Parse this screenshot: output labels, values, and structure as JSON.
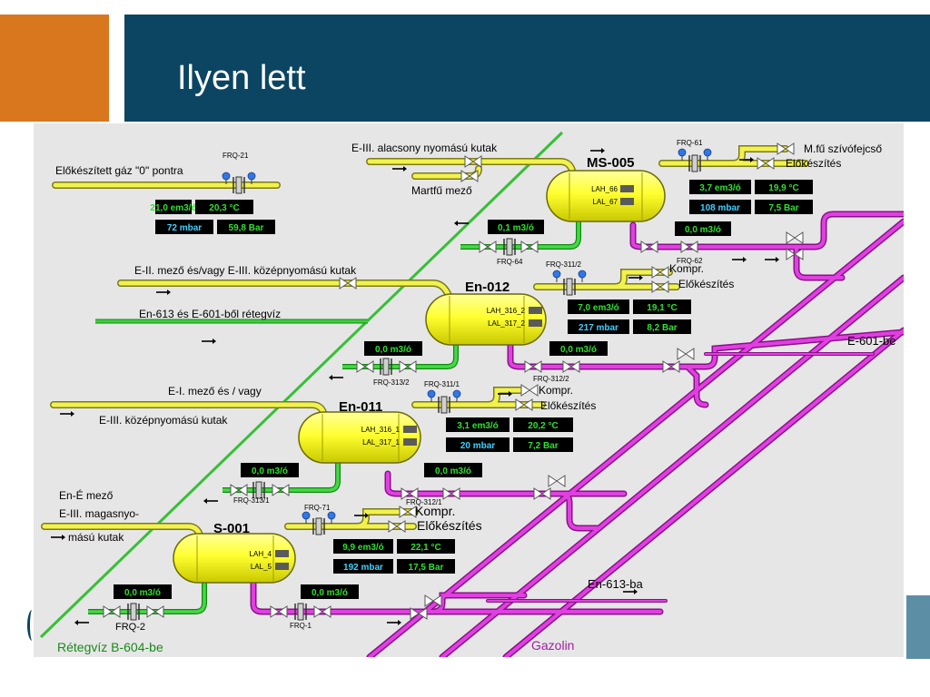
{
  "slide": {
    "title": "Ilyen lett"
  },
  "labels": {
    "elokeszitett_gaz": "Előkészített gáz \"0\" pontra",
    "e3_alacsony": "E-III. alacsony nyomású kutak",
    "martfu_mezo": "Martfű mező",
    "m_fu": "M.fű szívófejcső",
    "e2_mezo": "E-II. mező és/vagy E-III. középnyomású kutak",
    "en613_e601": "En-613 és E-601-ből rétegvíz",
    "e1_mezo": "E-I. mező és / vagy",
    "e3_kozep": "E-III. középnyomású kutak",
    "en_e_mezo": "En-É mező",
    "e3_magas_1": "E-III. magasnyo-",
    "e3_magas_2": "mású kutak",
    "e601_be": "E-601-be",
    "en613_ba": "En-613-ba",
    "retegviz": "Rétegvíz B-604-be",
    "gazolin": "Gazolin",
    "kompr": "Kompr.",
    "elokeszites": "Előkészítés"
  },
  "valves": {
    "frq21": "FRQ-21",
    "frq61": "FRQ-61",
    "frq62": "FRQ-62",
    "frq64": "FRQ-64",
    "frq311_2": "FRQ-311/2",
    "frq312_2": "FRQ-312/2",
    "frq313_2": "FRQ-313/2",
    "frq311_1": "FRQ-311/1",
    "frq312_1": "FRQ-312/1",
    "frq313_1": "FRQ-313/1",
    "frq71": "FRQ-71",
    "frq1": "FRQ-1",
    "frq2": "FRQ-2"
  },
  "vessels": {
    "ms005": {
      "name": "MS-005",
      "lah": "LAH_66",
      "lal": "LAL_67"
    },
    "en012": {
      "name": "En-012",
      "lah": "LAH_316_2",
      "lal": "LAL_317_2"
    },
    "en011": {
      "name": "En-011",
      "lah": "LAH_316_1",
      "lal": "LAL_317_1"
    },
    "s001": {
      "name": "S-001",
      "lah": "LAH_4",
      "lal": "LAL_5"
    }
  },
  "readouts": {
    "gas_flow": "21,0 em3/ó",
    "gas_temp": "20,3 °C",
    "gas_dp": "72 mbar",
    "gas_p": "59,8 Bar",
    "ms005_flow": "3,7 em3/ó",
    "ms005_temp": "19,9 °C",
    "ms005_dp": "108 mbar",
    "ms005_p": "7,5 Bar",
    "ms005_liq": "0,0 m3/ó",
    "frq64_flow": "0,1 m3/ó",
    "en012_flow": "7,0 em3/ó",
    "en012_temp": "19,1 °C",
    "en012_dp": "217 mbar",
    "en012_p": "8,2 Bar",
    "en012_water": "0,0 m3/ó",
    "en012_liq": "0,0 m3/ó",
    "en011_flow": "3,1 em3/ó",
    "en011_temp": "20,2 °C",
    "en011_dp": "20 mbar",
    "en011_p": "7,2 Bar",
    "en011_water": "0,0 m3/ó",
    "en011_liq": "0,0 m3/ó",
    "s001_flow": "9,9 em3/ó",
    "s001_temp": "22,1 °C",
    "s001_dp": "192 mbar",
    "s001_p": "17,5 Bar",
    "s001_water": "0,0 m3/ó",
    "s001_liq": "0,0 m3/ó"
  },
  "colors": {
    "gas_pipe": "#e8e84a",
    "water_pipe": "#2eb82e",
    "gazolin_pipe": "#c020c0",
    "title_bar": "#0b4562",
    "accent": "#d9771f"
  }
}
